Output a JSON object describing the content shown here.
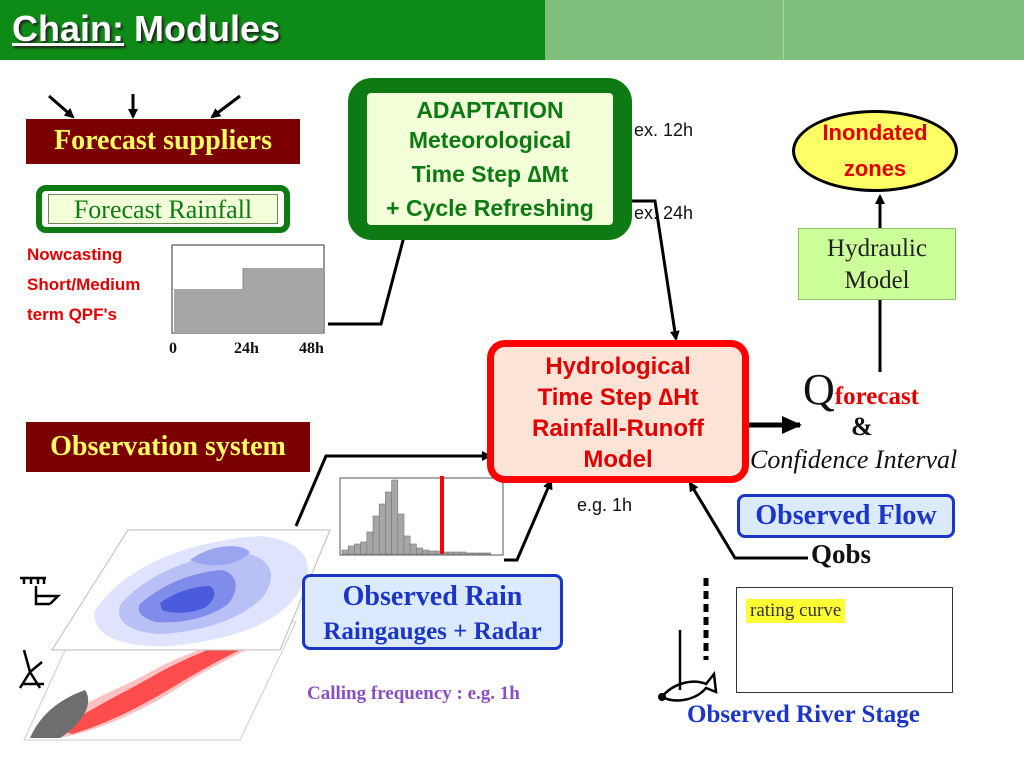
{
  "header": {
    "title_prefix": "Chain:",
    "title_suffix": "Modules",
    "color_main": "#0e8a16",
    "color_light": "#7fbf7b"
  },
  "left": {
    "forecast_suppliers": "Forecast suppliers",
    "forecast_rainfall": "Forecast Rainfall",
    "nowcast_lines": [
      "Nowcasting",
      "Short/Medium",
      "term QPF's"
    ],
    "observation_system": "Observation system"
  },
  "forecast_chart": {
    "ticks": [
      "0",
      "24h",
      "48h"
    ]
  },
  "adaptation": {
    "lines": [
      "ADAPTATION",
      "Meteorological",
      "Time Step ∆Mt",
      "+ Cycle Refreshing"
    ]
  },
  "labels": {
    "ex12": "ex. 12h",
    "ex24": "ex. 24h",
    "eg1": "e.g. 1h",
    "calling": "Calling frequency : e.g. 1h"
  },
  "hydrological": {
    "lines": [
      "Hydrological",
      "Time Step ∆Ht",
      "Rainfall-Runoff",
      "Model"
    ]
  },
  "output": {
    "q_letter": "Q",
    "q_sub": "forecast",
    "amp": "&",
    "confidence": "Confidence Interval"
  },
  "hydraulic": {
    "lines": [
      "Hydraulic",
      "Model"
    ]
  },
  "inondated": {
    "lines": [
      "Inondated",
      "zones"
    ]
  },
  "observed_flow": "Observed Flow",
  "qobs": "Qobs",
  "observed_rain": {
    "line1": "Observed Rain",
    "line2": "Raingauges + Radar"
  },
  "rating_curve": "rating curve",
  "river_stage": "Observed River Stage",
  "colors": {
    "red": "#e00000",
    "blue": "#1b36c6",
    "green": "#0e7a14",
    "dark_red": "#7a0000",
    "yellow": "#ffff66"
  }
}
